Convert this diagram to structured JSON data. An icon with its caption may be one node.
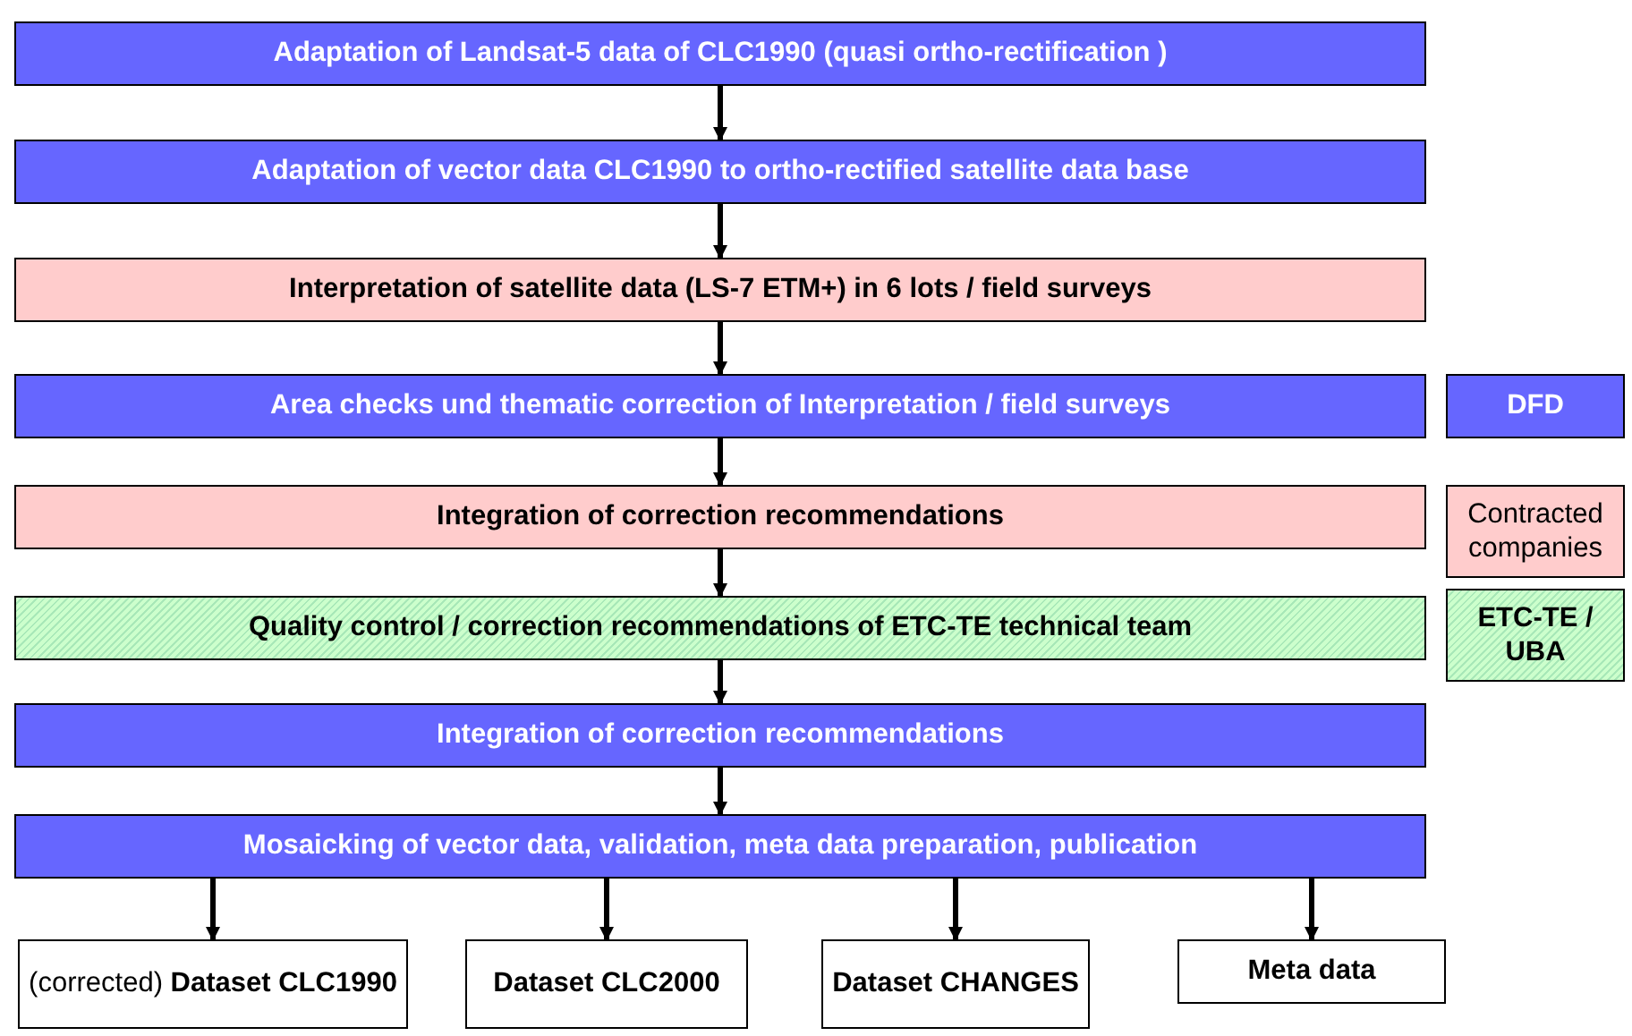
{
  "diagram": {
    "nodes": [
      {
        "text": [
          "Adaptation of Landsat-5 data of CLC1990 (quasi ortho-rectification )"
        ]
      },
      {
        "text": [
          "Adaptation of vector data  CLC1990 to  ortho-rectified satellite data base"
        ]
      },
      {
        "text": [
          "Interpretation of satellite data (LS-7 ETM+) in 6 lots / field surveys"
        ]
      },
      {
        "text": [
          "Area checks und thematic correction of Interpretation / field surveys"
        ]
      },
      {
        "text": [
          "Integration of correction recommendations"
        ]
      },
      {
        "text": [
          "Quality control / correction recommendations of ETC-TE technical team"
        ]
      },
      {
        "text": [
          "Integration of correction recommendations"
        ]
      },
      {
        "text": [
          "Mosaicking of vector data, validation, meta data preparation, publication"
        ]
      },
      {
        "text": [
          "(corrected) **Dataset CLC1990**"
        ]
      },
      {
        "text": [
          "Dataset CLC2000"
        ]
      },
      {
        "text": [
          "Dataset CHANGES"
        ]
      },
      {
        "text": [
          "Meta data"
        ]
      },
      {
        "text": [
          "DFD"
        ]
      },
      {
        "text": [
          "Contracted companies"
        ]
      },
      {
        "text": [
          "ETC-TE / UBA"
        ]
      }
    ],
    "edges": [
      {
        "from": 0,
        "to": 1,
        "arrow": "to"
      },
      {
        "from": 1,
        "to": 2,
        "arrow": "to"
      },
      {
        "from": 2,
        "to": 3,
        "arrow": "to"
      },
      {
        "from": 3,
        "to": 4,
        "arrow": "to"
      },
      {
        "from": 4,
        "to": 5,
        "arrow": "to"
      },
      {
        "from": 5,
        "to": 6,
        "arrow": "to"
      },
      {
        "from": 6,
        "to": 7,
        "arrow": "to"
      },
      {
        "from": 7,
        "to": 8,
        "arrow": "to"
      },
      {
        "from": 7,
        "to": 9,
        "arrow": "to"
      },
      {
        "from": 7,
        "to": 10,
        "arrow": "to"
      },
      {
        "from": 7,
        "to": 11,
        "arrow": "to"
      }
    ]
  }
}
